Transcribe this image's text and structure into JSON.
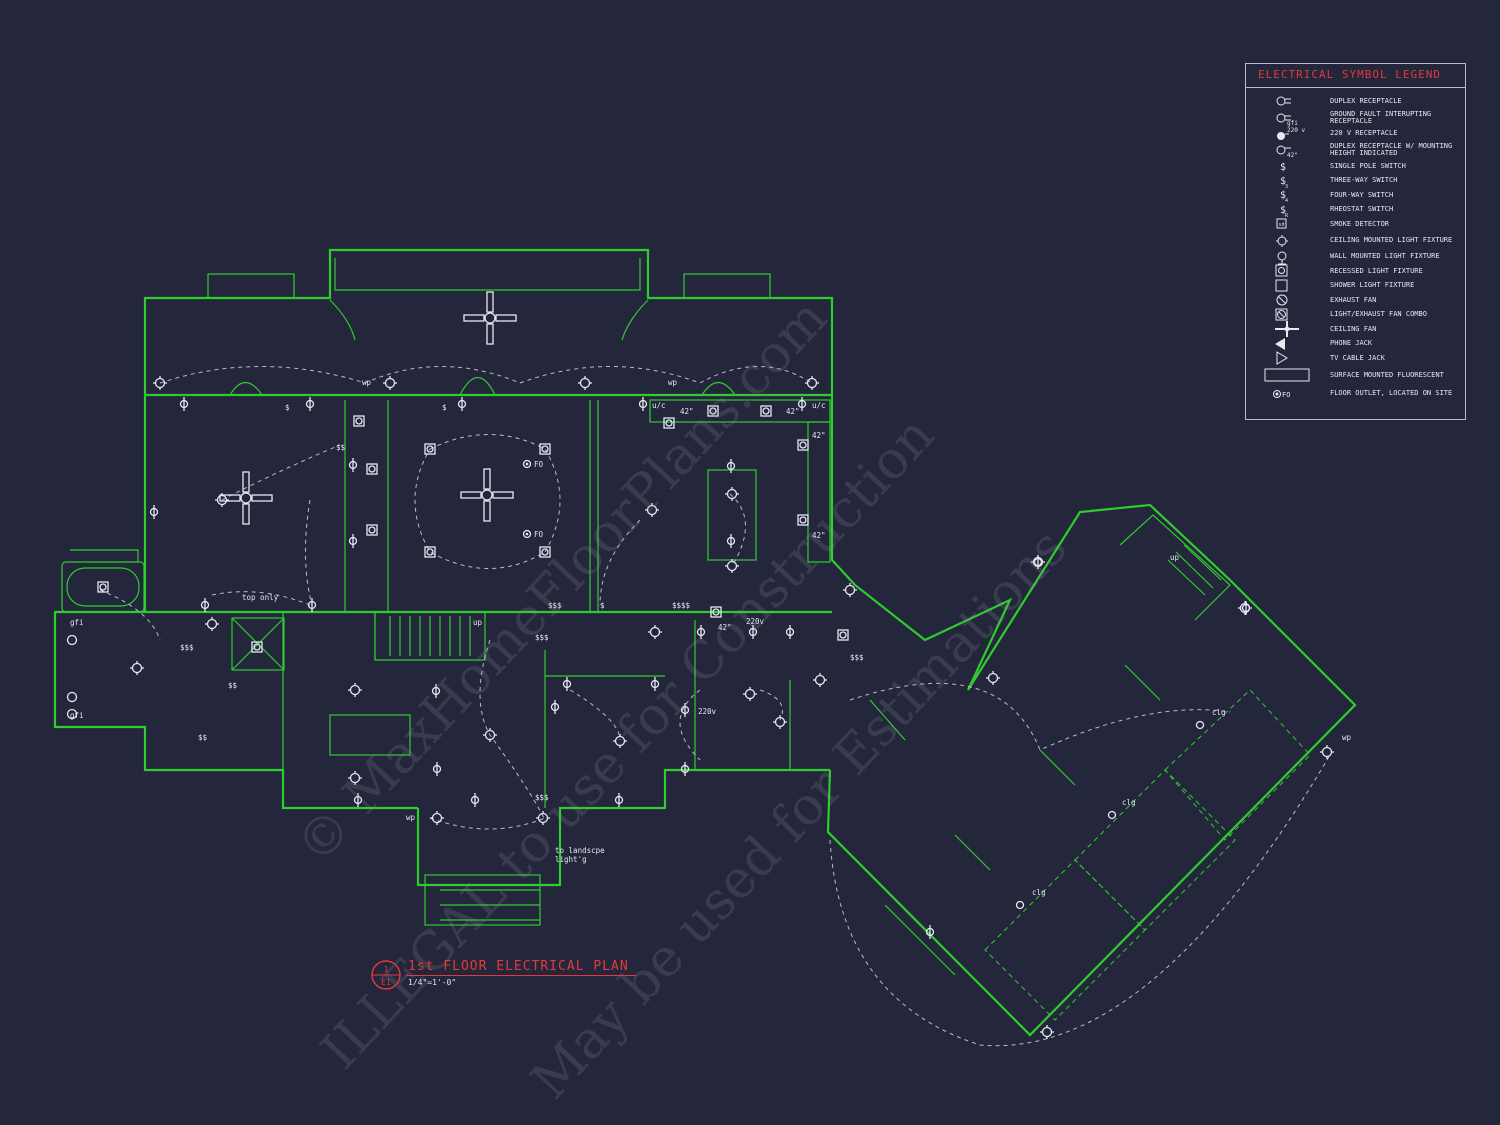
{
  "drawing": {
    "title": "1st FLOOR ELECTRICAL PLAN",
    "scale": "1/4\"=1'-0\"",
    "section_marker": "1",
    "sheet_marker": "E1"
  },
  "legend": {
    "title": "ELECTRICAL SYMBOL LEGEND",
    "items": [
      {
        "icon": "duplex-receptacle",
        "label": "DUPLEX RECEPTACLE"
      },
      {
        "icon": "gfi-receptacle",
        "label": "GROUND FAULT INTERUPTING RECEPTACLE"
      },
      {
        "icon": "220v-receptacle",
        "label": "220 V RECEPTACLE"
      },
      {
        "icon": "receptacle-mounting-height",
        "label": "DUPLEX RECEPTACLE W/ MOUNTING HEIGHT INDICATED"
      },
      {
        "icon": "single-pole-switch",
        "label": "SINGLE POLE SWITCH"
      },
      {
        "icon": "three-way-switch",
        "label": "THREE-WAY SWITCH"
      },
      {
        "icon": "four-way-switch",
        "label": "FOUR-WAY SWITCH"
      },
      {
        "icon": "rheostat-switch",
        "label": "RHEOSTAT SWITCH"
      },
      {
        "icon": "smoke-detector",
        "label": "SMOKE DETECTOR"
      },
      {
        "icon": "ceiling-light",
        "label": "CEILING MOUNTED LIGHT FIXTURE"
      },
      {
        "icon": "wall-light",
        "label": "WALL MOUNTED LIGHT FIXTURE"
      },
      {
        "icon": "recessed-light",
        "label": "RECESSED LIGHT FIXTURE"
      },
      {
        "icon": "shower-light",
        "label": "SHOWER LIGHT FIXTURE"
      },
      {
        "icon": "exhaust-fan",
        "label": "EXHAUST FAN"
      },
      {
        "icon": "light-exhaust-combo",
        "label": "LIGHT/EXHAUST FAN COMBO"
      },
      {
        "icon": "ceiling-fan",
        "label": "CEILING FAN"
      },
      {
        "icon": "phone-jack",
        "label": "PHONE JACK"
      },
      {
        "icon": "tv-cable-jack",
        "label": "TV CABLE JACK"
      },
      {
        "icon": "surface-fluorescent",
        "label": "SURFACE MOUNTED FLUORESCENT"
      },
      {
        "icon": "floor-outlet",
        "label": "FLOOR OUTLET, LOCATED ON SITE"
      }
    ],
    "symbol_text": {
      "gfi": "gfi",
      "v220": "220 v",
      "h42": "42\"",
      "fo": "FO",
      "sd": "sd"
    }
  },
  "plan_labels": {
    "top_only": "top only",
    "up": "up",
    "v220": "220v",
    "fo": "FO",
    "gfi": "gfi",
    "wp": "wp",
    "uc": "u/c",
    "h42": "42\"",
    "clg": "clg",
    "landscape1": "to landscpe",
    "landscape2": "light'g",
    "sss": "$$$",
    "ssss": "$$$$",
    "ss": "$$",
    "s": "$"
  },
  "watermark": {
    "line1": "© MaxHomeFloorPlans.com",
    "line2": "ILLEGAL to use for Construction",
    "line3": "May be used for Estimations"
  },
  "colors": {
    "background": "#24263b",
    "walls": "#2fcc2f",
    "annotation": "#e23a3a",
    "symbols": "#e6e8f2"
  }
}
